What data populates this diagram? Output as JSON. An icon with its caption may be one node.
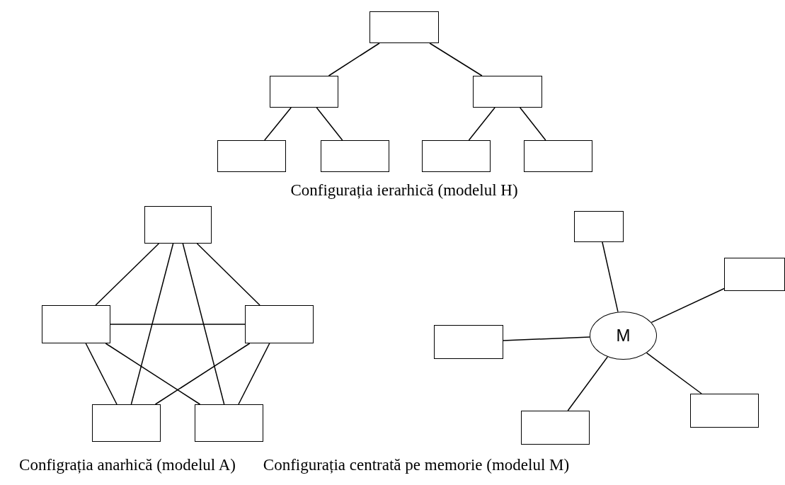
{
  "diagram": {
    "nodes": [
      {
        "text": [],
        "shape": "box"
      },
      {
        "text": [],
        "shape": "box"
      },
      {
        "text": [],
        "shape": "box"
      },
      {
        "text": [],
        "shape": "box"
      },
      {
        "text": [],
        "shape": "box"
      },
      {
        "text": [],
        "shape": "box"
      },
      {
        "text": [],
        "shape": "box"
      },
      {
        "text": [],
        "shape": "box"
      },
      {
        "text": [],
        "shape": "box"
      },
      {
        "text": [],
        "shape": "box"
      },
      {
        "text": [],
        "shape": "box"
      },
      {
        "text": [],
        "shape": "box"
      },
      {
        "text": [],
        "shape": "box"
      },
      {
        "text": [],
        "shape": "box"
      },
      {
        "text": [
          "M"
        ]
      },
      {
        "text": [],
        "shape": "box"
      },
      {
        "text": [],
        "shape": "box"
      },
      {
        "text": [],
        "shape": "box"
      }
    ],
    "edges": [
      {
        "from": 0,
        "to": 1,
        "arrow": "none"
      },
      {
        "from": 0,
        "to": 2,
        "arrow": "none"
      },
      {
        "from": 1,
        "to": 3,
        "arrow": "none"
      },
      {
        "from": 1,
        "to": 4,
        "arrow": "none"
      },
      {
        "from": 2,
        "to": 5,
        "arrow": "none"
      },
      {
        "from": 2,
        "to": 6,
        "arrow": "none"
      },
      {
        "from": 7,
        "to": 8,
        "arrow": "none"
      },
      {
        "from": 7,
        "to": 9,
        "arrow": "none"
      },
      {
        "from": 7,
        "to": 10,
        "arrow": "none"
      },
      {
        "from": 7,
        "to": 11,
        "arrow": "none"
      },
      {
        "from": 8,
        "to": 9,
        "arrow": "none"
      },
      {
        "from": 8,
        "to": 10,
        "arrow": "none"
      },
      {
        "from": 8,
        "to": 11,
        "arrow": "none"
      },
      {
        "from": 9,
        "to": 10,
        "arrow": "none"
      },
      {
        "from": 9,
        "to": 11,
        "arrow": "none"
      },
      {
        "from": 14,
        "to": 12,
        "arrow": "none"
      },
      {
        "from": 14,
        "to": 13,
        "arrow": "none"
      },
      {
        "from": 14,
        "to": 15,
        "arrow": "none"
      },
      {
        "from": 14,
        "to": 16,
        "arrow": "none"
      },
      {
        "from": 14,
        "to": 17,
        "arrow": "none"
      }
    ],
    "labels": [
      "Configurația ierarhică (modelul H)",
      "Configrația anarhică (modelul A)",
      "Configurația centrată pe memorie (modelul M)"
    ]
  }
}
